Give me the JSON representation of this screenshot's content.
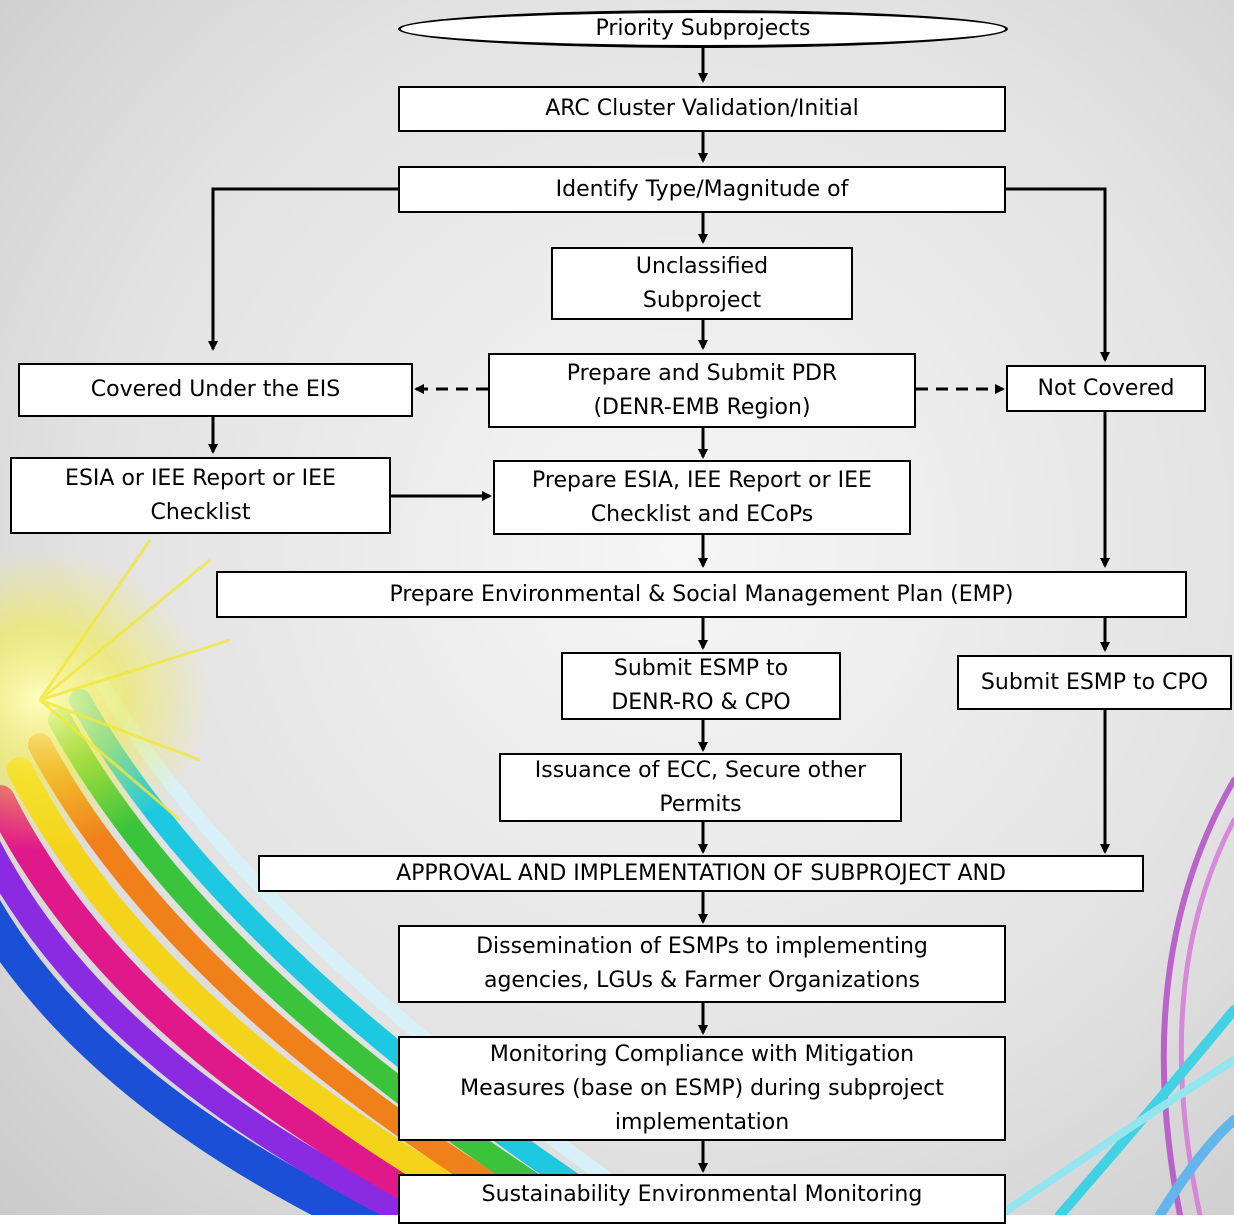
{
  "nodes": {
    "priority_subprojects": "Priority Subprojects",
    "arc_cluster_validation": "ARC Cluster Validation/Initial",
    "identify_type_magnitude": "Identify Type/Magnitude of",
    "unclassified_subproject": "Unclassified\nSubproject",
    "prepare_submit_pdr": "Prepare and Submit PDR\n(DENR-EMB Region)",
    "covered_under_eis": "Covered Under the EIS",
    "not_covered": "Not Covered",
    "esia_iee_report_checklist": "ESIA or IEE Report or IEE\nChecklist",
    "prepare_esia_iee_ecops": "Prepare ESIA, IEE Report or IEE\nChecklist and ECoPs",
    "prepare_esmp": "Prepare Environmental & Social Management Plan (EMP)",
    "submit_esmp_denr_cpo": "Submit ESMP to\nDENR-RO & CPO",
    "submit_esmp_cpo": "Submit ESMP to CPO",
    "issuance_ecc": "Issuance of ECC, Secure other\nPermits",
    "approval_implementation": "APPROVAL AND IMPLEMENTATION OF SUBPROJECT AND",
    "dissemination_esmps": "Dissemination of ESMPs to implementing\nagencies, LGUs & Farmer Organizations",
    "monitoring_compliance": "Monitoring Compliance with Mitigation\nMeasures (base on ESMP) during subproject\nimplementation",
    "sustainability_monitoring": "Sustainability Environmental Monitoring"
  },
  "colors": {
    "box_fill": "#ffffff",
    "box_border": "#000000",
    "connector": "#000000",
    "background": "#e4e4e4"
  }
}
